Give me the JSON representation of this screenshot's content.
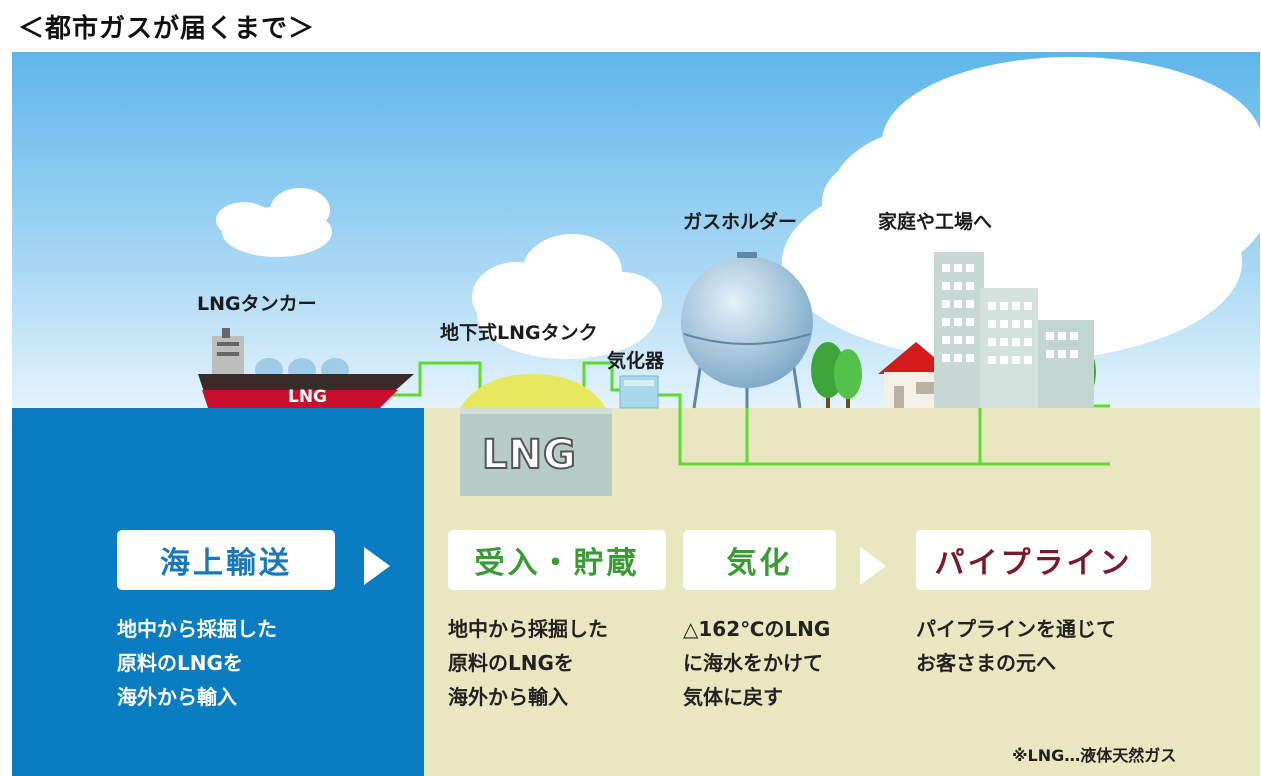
{
  "page_title": "＜都市ガスが届くまで＞",
  "labels": {
    "tanker": "LNGタンカー",
    "underground_tank": "地下式LNGタンク",
    "vaporizer": "気化器",
    "gas_holder": "ガスホルダー",
    "homes_factories": "家庭や工場へ"
  },
  "ship_text": "LNG",
  "tank_text": "LNG",
  "steps": [
    {
      "title": "海上輸送",
      "lines": [
        "地中から採掘した",
        "原料のLNGを",
        "海外から輸入"
      ]
    },
    {
      "title": "受入・貯蔵",
      "lines": [
        "地中から採掘した",
        "原料のLNGを",
        "海外から輸入"
      ]
    },
    {
      "title": "気化",
      "lines": [
        "△162℃のLNG",
        "に海水をかけて",
        "気体に戻す"
      ]
    },
    {
      "title": "パイプライン",
      "lines": [
        "パイプラインを通じて",
        "お客さまの元へ"
      ]
    }
  ],
  "footnote": "※LNG…液体天然ガス",
  "colors": {
    "sea_blue": "#0a7cc1",
    "ground": "#e8e7c0",
    "pipe_green": "#5cdc2c",
    "receive_green": "#3a9a33",
    "pipeline_maroon": "#7a1a2a"
  }
}
